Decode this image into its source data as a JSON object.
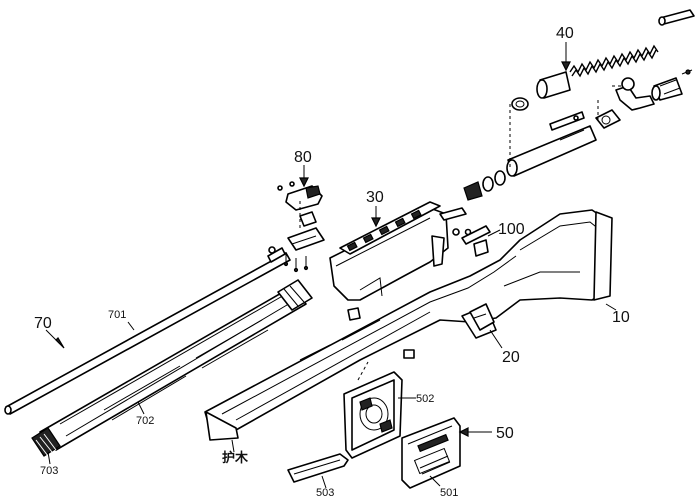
{
  "labels": {
    "l10": "10",
    "l20": "20",
    "l30": "30",
    "l40": "40",
    "l50": "50",
    "l70": "70",
    "l80": "80",
    "l100": "100",
    "l501": "501",
    "l502": "502",
    "l503": "503",
    "l701": "701",
    "l702": "702",
    "l703": "703",
    "handguard_cn": "护木"
  }
}
